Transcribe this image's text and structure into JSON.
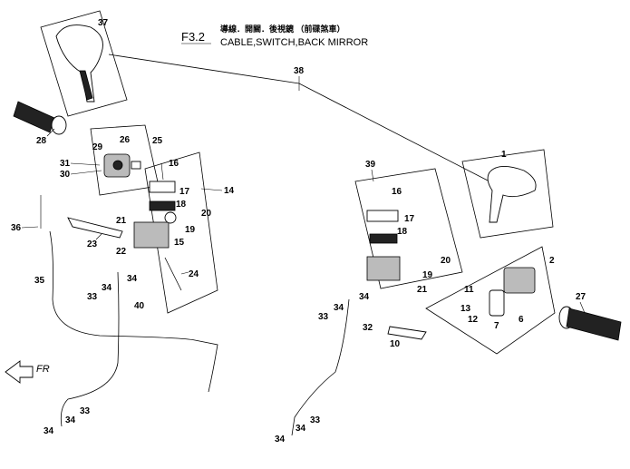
{
  "header": {
    "code": "F3.2",
    "title_cn": "導線．開關．後視鏡 （前碟煞車）",
    "title_en": "CABLE,SWITCH,BACK MIRROR"
  },
  "direction_label": "FR",
  "callouts": {
    "c37": "37",
    "c38": "38",
    "c28": "28",
    "c29": "29",
    "c26": "26",
    "c25": "25",
    "c31": "31",
    "c30": "30",
    "c16a": "16",
    "c14": "14",
    "c17a": "17",
    "c18a": "18",
    "c20a": "20",
    "c21a": "21",
    "c19a": "19",
    "c36": "36",
    "c23": "23",
    "c22": "22",
    "c15": "15",
    "c24": "24",
    "c35": "35",
    "c33a": "33",
    "c34a": "34",
    "c34b": "34",
    "c40": "40",
    "c34c": "34",
    "c34d": "34",
    "c33b": "33",
    "c39": "39",
    "c16b": "16",
    "c17b": "17",
    "c18b": "18",
    "c20b": "20",
    "c19b": "19",
    "c21b": "21",
    "c33c": "33",
    "c34e": "34",
    "c34f": "34",
    "c32": "32",
    "c10": "10",
    "c34g": "34",
    "c34h": "34",
    "c33d": "33",
    "c1": "1",
    "c2": "2",
    "c11": "11",
    "c13": "13",
    "c12": "12",
    "c7": "7",
    "c6": "6",
    "c27": "27"
  }
}
